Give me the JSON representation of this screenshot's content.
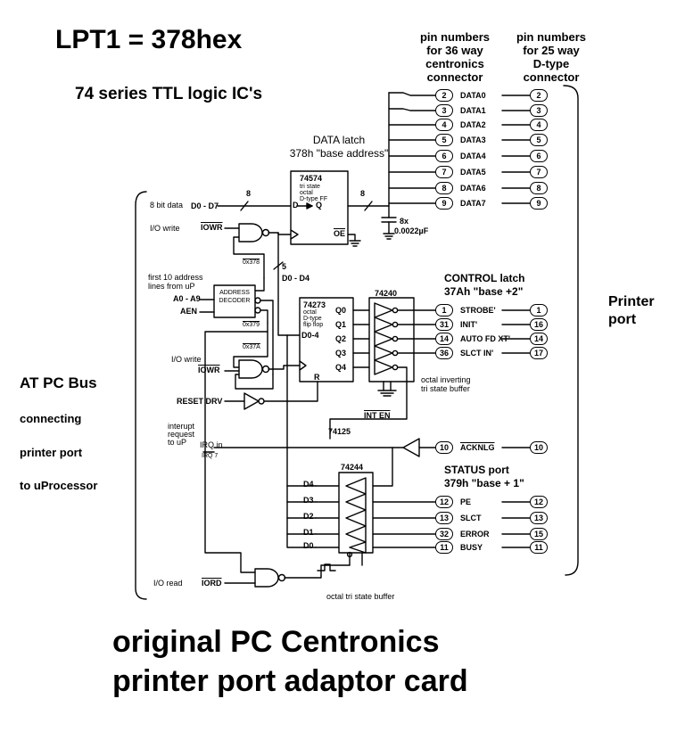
{
  "title": {
    "lpt": "LPT1 = 378hex",
    "subtitle": "74 series TTL logic IC's",
    "footer_line1": "original  PC Centronics",
    "footer_line2": "printer port adaptor card"
  },
  "headers": {
    "pins36": [
      "pin numbers",
      "for 36 way",
      "centronics",
      "connector"
    ],
    "pins25": [
      "pin numbers",
      "for 25 way",
      "D-type",
      "connector"
    ]
  },
  "bus_side": {
    "title": "AT  PC Bus",
    "lines": [
      "connecting",
      "printer port",
      "to uProcessor"
    ]
  },
  "port_side": {
    "lines": [
      "Printer",
      "port"
    ]
  },
  "data_latch": {
    "heading": "DATA latch",
    "address": "378h \"base address\"",
    "chip": "74574",
    "chip_desc": [
      "tri state",
      "octal",
      "D-type FF"
    ],
    "d_pin": "D",
    "q_pin": "Q",
    "oe_pin": "OE",
    "input_label": "8 bit data",
    "bus_label": "D0 - D7",
    "bus_width": "8",
    "out_width": "8",
    "cap_label": "8x",
    "cap_value": "0.0022µF"
  },
  "data_signals": [
    {
      "p36": "2",
      "name": "DATA0",
      "p25": "2"
    },
    {
      "p36": "3",
      "name": "DATA1",
      "p25": "3"
    },
    {
      "p36": "4",
      "name": "DATA2",
      "p25": "4"
    },
    {
      "p36": "5",
      "name": "DATA3",
      "p25": "5"
    },
    {
      "p36": "6",
      "name": "DATA4",
      "p25": "6"
    },
    {
      "p36": "7",
      "name": "DATA5",
      "p25": "7"
    },
    {
      "p36": "8",
      "name": "DATA6",
      "p25": "8"
    },
    {
      "p36": "9",
      "name": "DATA7",
      "p25": "9"
    }
  ],
  "control_latch": {
    "heading": "CONTROL latch",
    "address": "37Ah  \"base +2\"",
    "chip": "74273",
    "chip_desc": [
      "octal",
      "D-type",
      "flip flop"
    ],
    "d_pin": "D0-4",
    "r_pin": "R",
    "outputs": [
      "Q0",
      "Q1",
      "Q2",
      "Q3",
      "Q4"
    ],
    "bus_label": "D0 - D4",
    "bus_width": "5",
    "buffer_chip": "74240",
    "buffer_desc": [
      "octal inverting",
      "tri state buffer"
    ],
    "int_en": "INT EN"
  },
  "control_signals": [
    {
      "p36": "1",
      "name": "STROBE'",
      "p25": "1"
    },
    {
      "p36": "31",
      "name": "INIT'",
      "p25": "16"
    },
    {
      "p36": "14",
      "name": "AUTO FD XT'",
      "p25": "14"
    },
    {
      "p36": "36",
      "name": "SLCT IN'",
      "p25": "17"
    }
  ],
  "status_port": {
    "heading": "STATUS port",
    "address": "379h  \"base + 1\"",
    "chip": "74244",
    "buffer_desc": "octal  tri state buffer",
    "inputs": [
      "D4",
      "D3",
      "D2",
      "D1",
      "D0"
    ]
  },
  "status_signals": [
    {
      "p36": "12",
      "name": "PE",
      "p25": "12"
    },
    {
      "p36": "13",
      "name": "SLCT",
      "p25": "13"
    },
    {
      "p36": "32",
      "name": "ERROR",
      "p25": "15"
    },
    {
      "p36": "11",
      "name": "BUSY",
      "p25": "11"
    }
  ],
  "ack": {
    "p36": "10",
    "name": "ACKNLG",
    "p25": "10"
  },
  "interrupt": {
    "chip": "74125",
    "label": [
      "interupt",
      "request",
      "to uP"
    ],
    "irq_in": "IRQ in",
    "irq_num": "IRQ 7"
  },
  "decoder": {
    "title": [
      "ADDRESS",
      "DECODER"
    ],
    "note": [
      "first 10 address",
      "lines from uP"
    ],
    "addr": "A0 - A9",
    "aen": "AEN",
    "o378": "0x378",
    "o379": "0x379",
    "o37a": "0x37A"
  },
  "bus_signals": {
    "io_write1": "I/O write",
    "iowr1": "IOWR",
    "io_write2": "I/O write",
    "iowr2": "IOWR",
    "reset": "RESET DRV",
    "io_read": "I/O read",
    "iord": "IORD"
  }
}
